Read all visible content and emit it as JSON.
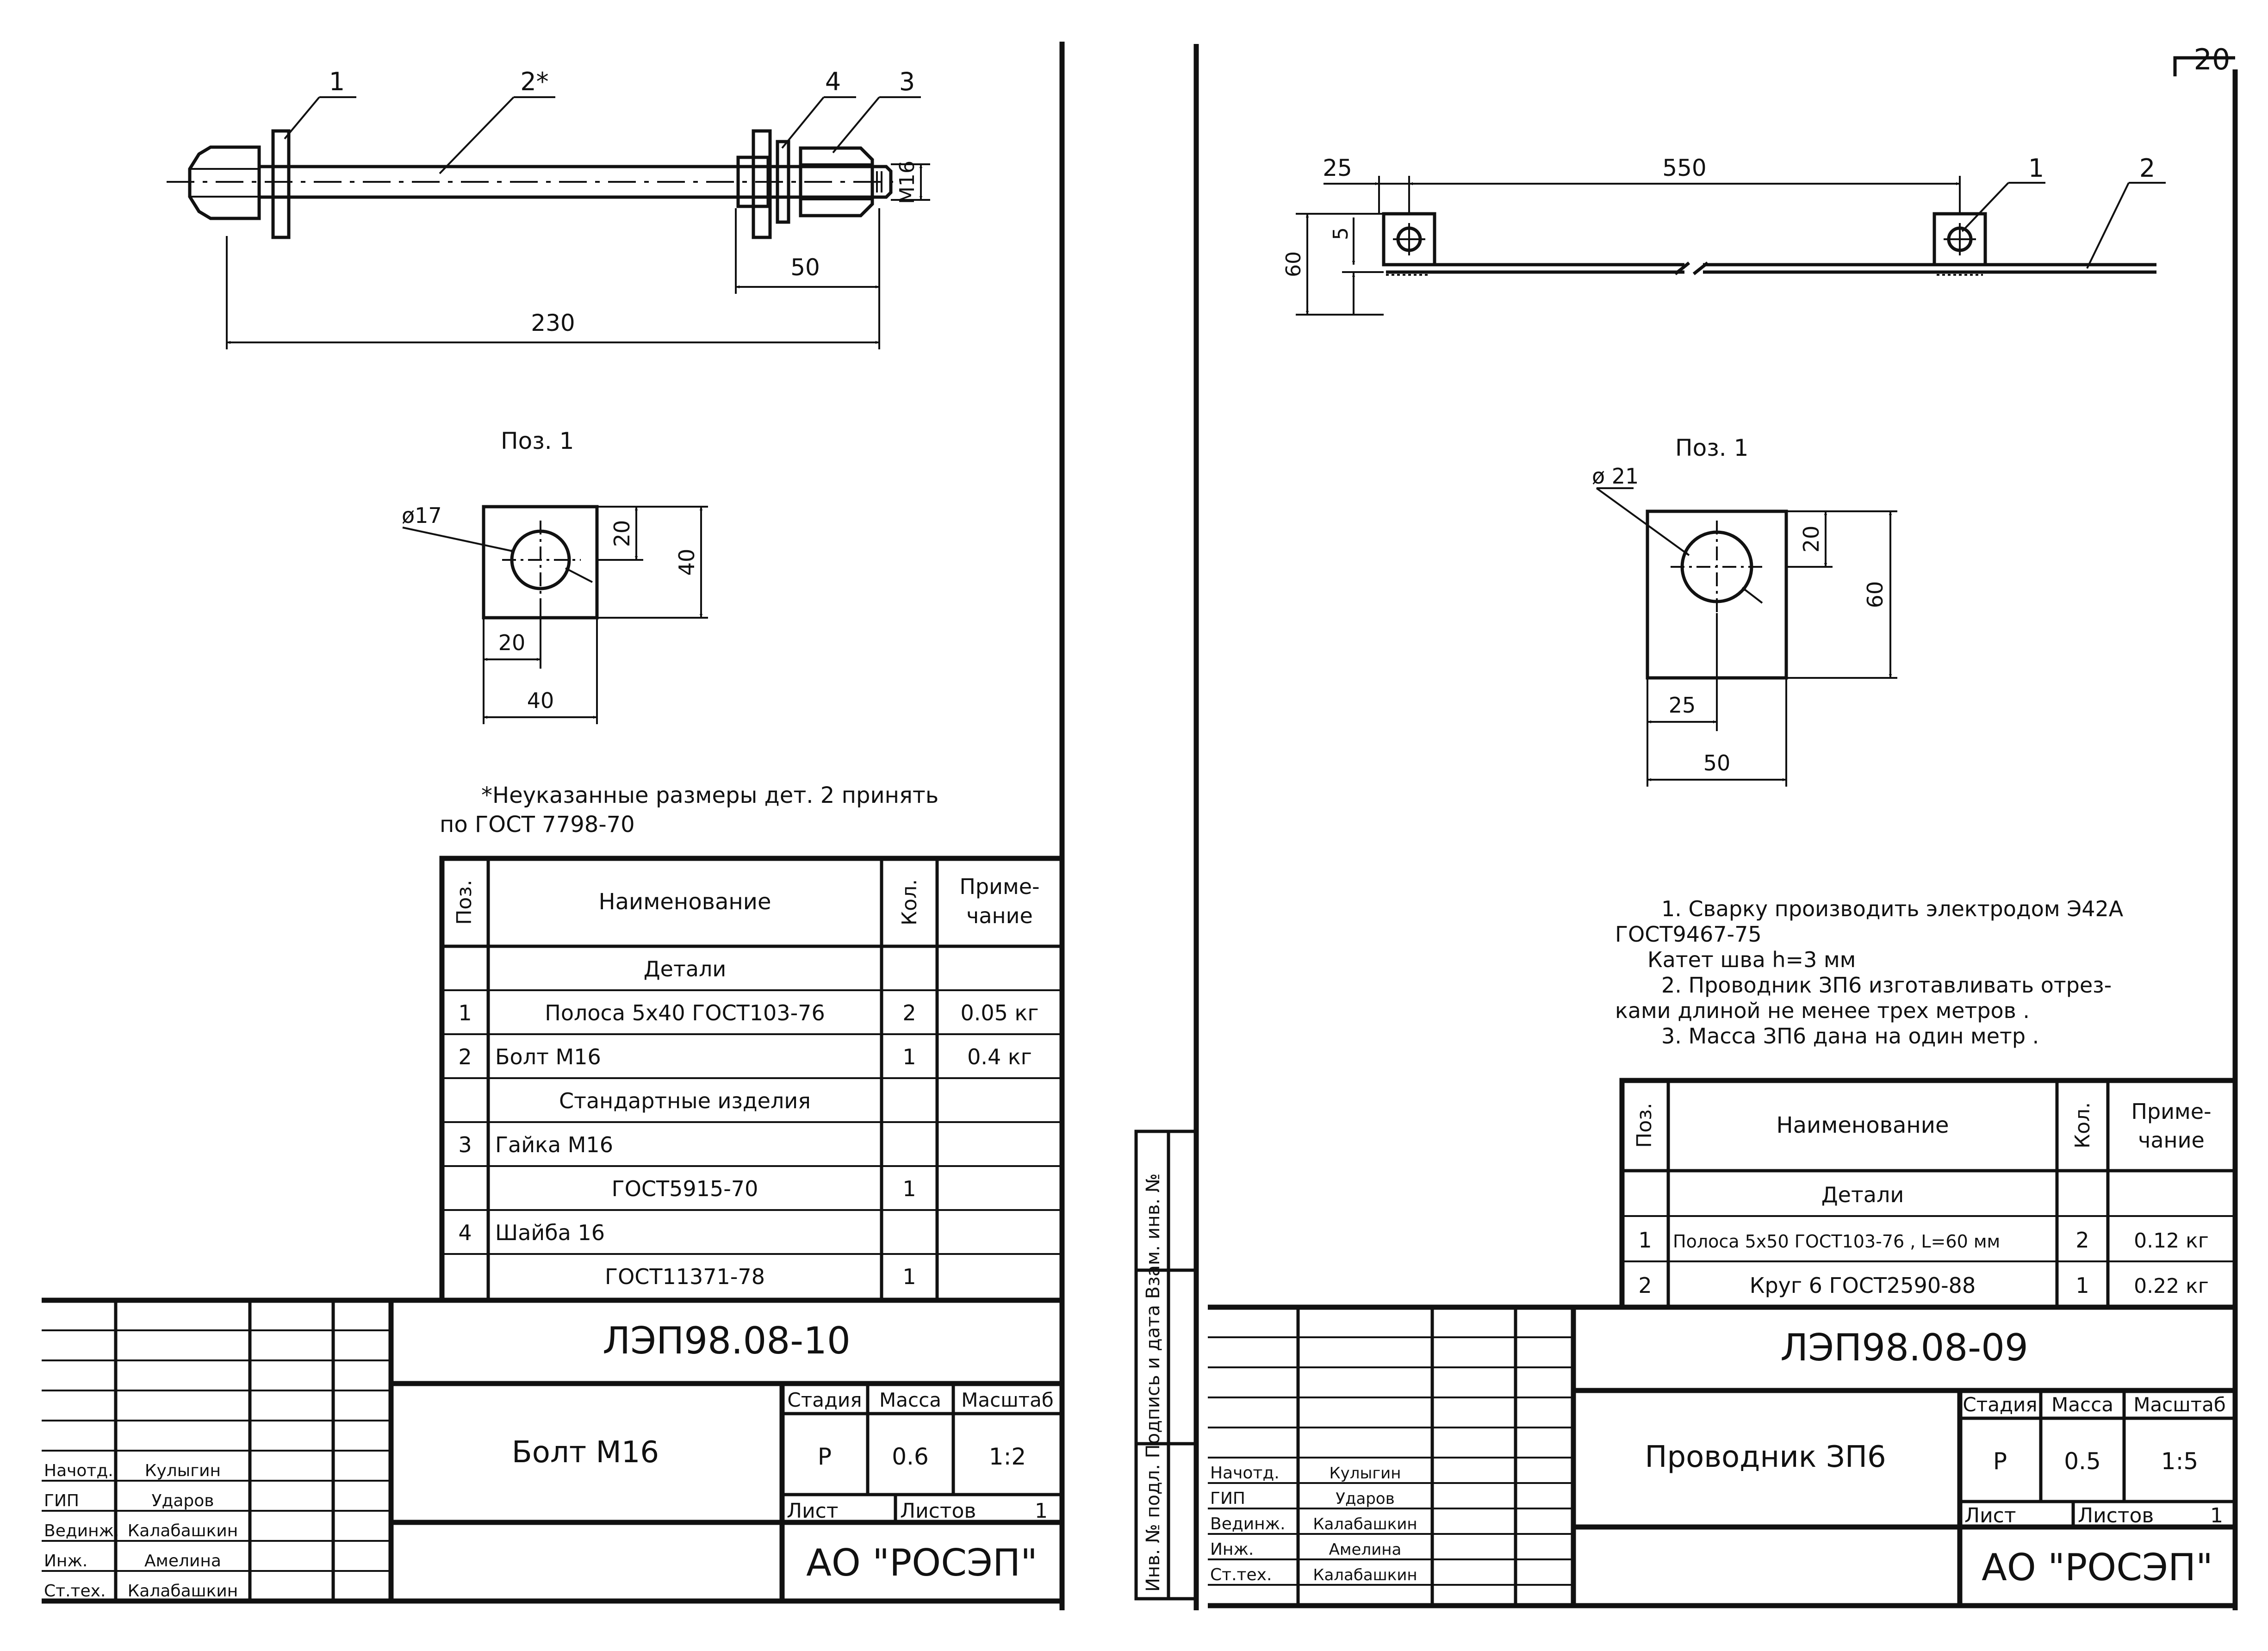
{
  "page_number": "20",
  "left_sheet": {
    "drawing": {
      "labels": [
        "1",
        "2*",
        "4",
        "3"
      ],
      "thread": "M16",
      "dim_50": "50",
      "dim_230": "230"
    },
    "detail": {
      "title": "Поз. 1",
      "hole": "ø17",
      "d20v": "20",
      "d40v": "40",
      "d20h": "20",
      "d40h": "40"
    },
    "note": [
      "*Неуказанные размеры дет. 2 принять",
      "по ГОСТ 7798-70"
    ],
    "bom": {
      "headers": {
        "pos": "Поз.",
        "name": "Наименование",
        "qty": "Кол.",
        "note": [
          "Приме-",
          "чание"
        ]
      },
      "rows": [
        {
          "pos": "",
          "name": "Детали",
          "qty": "",
          "note": "",
          "align": "center"
        },
        {
          "pos": "1",
          "name": "Полоса 5х40 ГОСТ103-76",
          "qty": "2",
          "note": "0.05 кг",
          "align": "center"
        },
        {
          "pos": "2",
          "name": "Болт М16",
          "qty": "1",
          "note": "0.4 кг",
          "align": "left"
        },
        {
          "pos": "",
          "name": "Стандартные изделия",
          "qty": "",
          "note": "",
          "align": "center"
        },
        {
          "pos": "3",
          "name": "Гайка М16",
          "qty": "",
          "note": "",
          "align": "left"
        },
        {
          "pos": "",
          "name": "ГОСТ5915-70",
          "qty": "1",
          "note": "",
          "align": "center"
        },
        {
          "pos": "4",
          "name": "Шайба 16",
          "qty": "",
          "note": "",
          "align": "left"
        },
        {
          "pos": "",
          "name": "ГОСТ11371-78",
          "qty": "1",
          "note": "",
          "align": "center"
        }
      ]
    },
    "title_block": {
      "code": "ЛЭП98.08-10",
      "name": "Болт М16",
      "stage_h": "Стадия",
      "mass_h": "Масса",
      "scale_h": "Масштаб",
      "stage": "Р",
      "mass": "0.6",
      "scale": "1:2",
      "sheet_h": "Лист",
      "sheets_h": "Листов",
      "sheets": "1",
      "org": "АО  \"РОСЭП\"",
      "people": [
        {
          "role": "Начотд.",
          "name": "Кулыгин"
        },
        {
          "role": "ГИП",
          "name": "Ударов"
        },
        {
          "role": "Вединж.",
          "name": "Калабашкин"
        },
        {
          "role": "Инж.",
          "name": "Амелина"
        },
        {
          "role": "Ст.тех.",
          "name": "Калабашкин"
        }
      ]
    }
  },
  "right_sheet": {
    "drawing": {
      "d25": "25",
      "d550": "550",
      "label1": "1",
      "label2": "2",
      "d60": "60",
      "d5": "5"
    },
    "detail": {
      "title": "Поз. 1",
      "hole": "ø 21",
      "d20v": "20",
      "d60v": "60",
      "d25h": "25",
      "d50h": "50"
    },
    "notes": [
      "1. Сварку производить электродом Э42А",
      "ГОСТ9467-75",
      "Катет шва h=3 мм",
      "2. Проводник ЗП6 изготавливать отрез-",
      "ками длиной не менее трех метров .",
      "3. Масса ЗП6 дана на один метр ."
    ],
    "bom": {
      "headers": {
        "pos": "Поз.",
        "name": "Наименование",
        "qty": "Кол.",
        "note": [
          "Приме-",
          "чание"
        ]
      },
      "rows": [
        {
          "pos": "",
          "name": "Детали",
          "qty": "",
          "note": "",
          "align": "center"
        },
        {
          "pos": "1",
          "name": "Полоса 5х50 ГОСТ103-76 , L=60 мм",
          "qty": "2",
          "note": "0.12 кг",
          "align": "left"
        },
        {
          "pos": "2",
          "name": "Круг 6 ГОСТ2590-88",
          "qty": "1",
          "note": "0.22 кг",
          "align": "center"
        }
      ]
    },
    "side_stamp": "Инв. № подл. Подпись и дата Взам. инв. №",
    "title_block": {
      "code": "ЛЭП98.08-09",
      "name": "Проводник ЗП6",
      "stage_h": "Стадия",
      "mass_h": "Масса",
      "scale_h": "Масштаб",
      "stage": "Р",
      "mass": "0.5",
      "scale": "1:5",
      "sheet_h": "Лист",
      "sheets_h": "Листов",
      "sheets": "1",
      "org": "АО  \"РОСЭП\"",
      "people": [
        {
          "role": "Начотд.",
          "name": "Кулыгин"
        },
        {
          "role": "ГИП",
          "name": "Ударов"
        },
        {
          "role": "Вединж.",
          "name": "Калабашкин"
        },
        {
          "role": "Инж.",
          "name": "Амелина"
        },
        {
          "role": "Ст.тех.",
          "name": "Калабашкин"
        }
      ]
    }
  }
}
